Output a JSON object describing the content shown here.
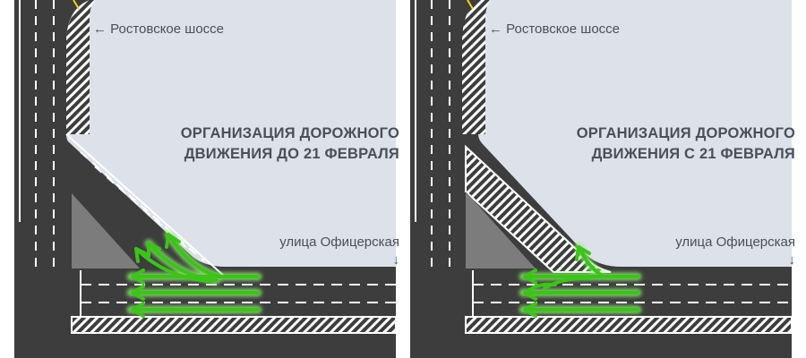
{
  "colors": {
    "asphalt": "#3d3d3d",
    "plaza": "#dde1ea",
    "median_triangle": "#7c7c7c",
    "hatch": "#ffffff",
    "lane_markings": "#ffffff",
    "arrow_green": "#3ec21c",
    "arrow_glow": "#8af26c",
    "text": "#4a4f58",
    "yellow_marking": "#f4d21f"
  },
  "panels": [
    {
      "id": "before",
      "road_label_top": "← Ростовское шоссе",
      "title_line_1": "ОРГАНИЗАЦИЯ ДОРОЖНОГО",
      "title_line_2": "ДВИЖЕНИЯ ДО 21 ФЕВРАЛЯ",
      "road_label_right": "улица Офицерская",
      "road_label_right_arrow": "↓"
    },
    {
      "id": "after",
      "road_label_top": "← Ростовское шоссе",
      "title_line_1": "ОРГАНИЗАЦИЯ ДОРОЖНОГО",
      "title_line_2": "ДВИЖЕНИЯ С 21 ФЕВРАЛЯ",
      "road_label_right": "улица Офицерская",
      "road_label_right_arrow": "↓"
    }
  ]
}
